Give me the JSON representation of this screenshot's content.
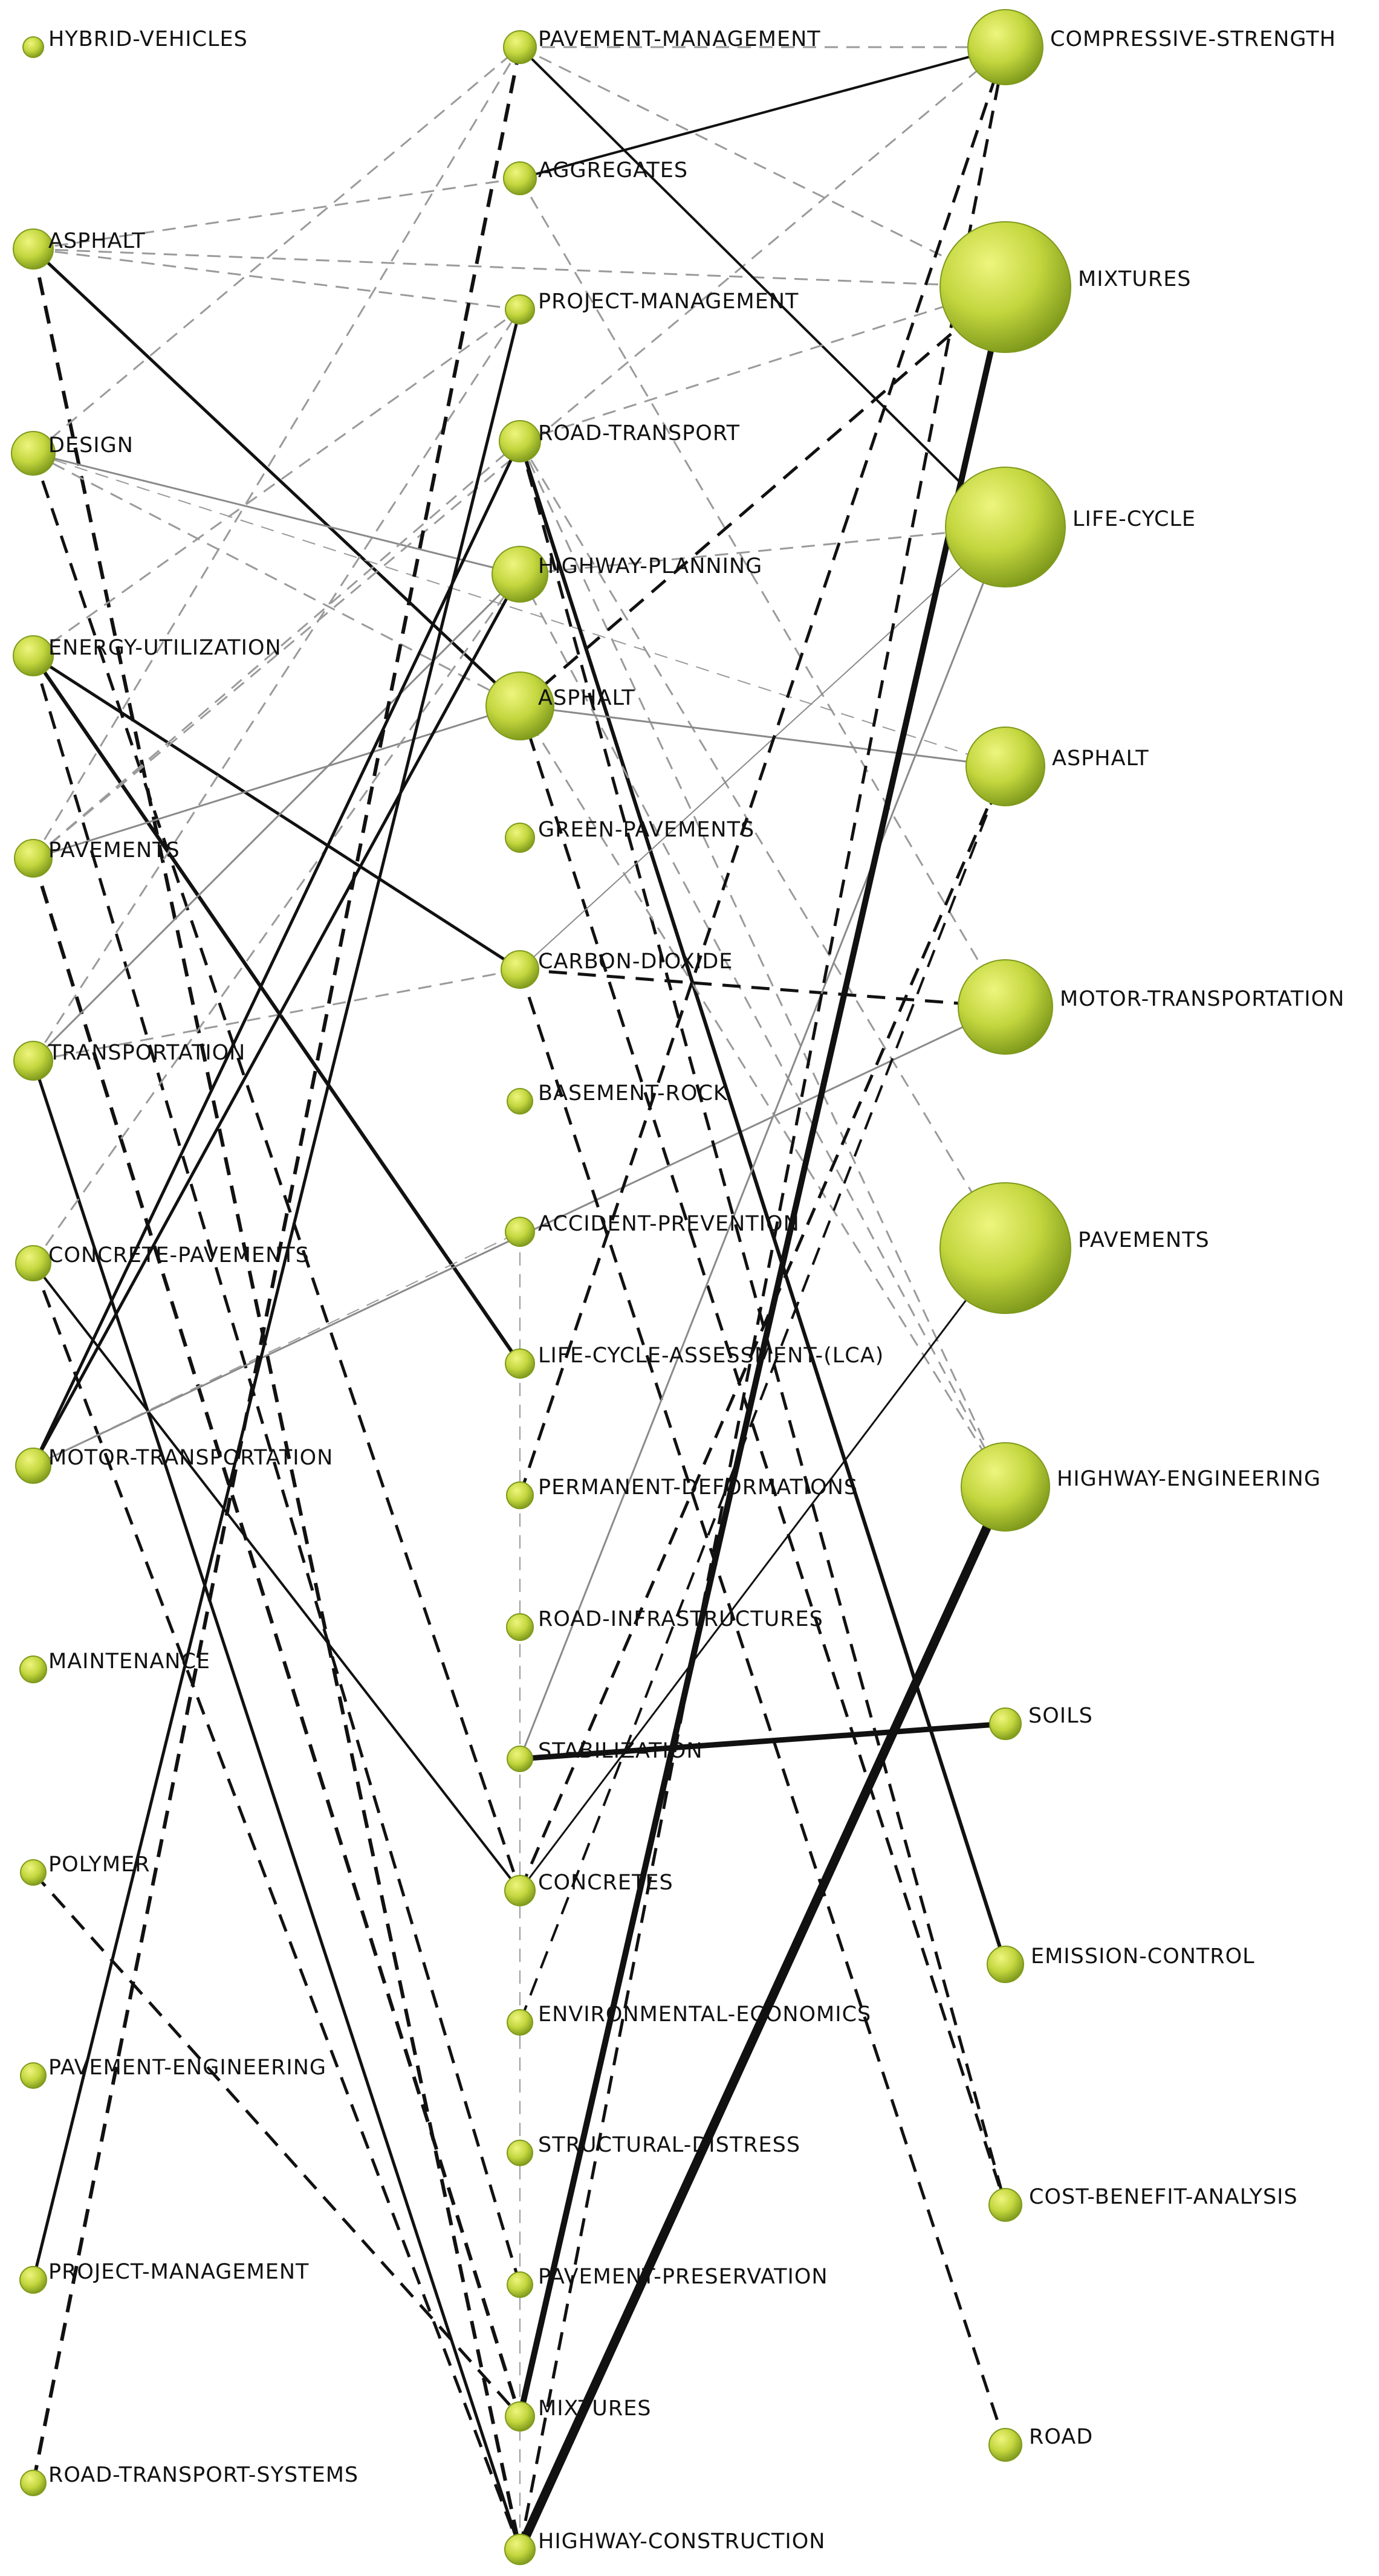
{
  "diagram": {
    "columns": [
      {
        "id": "left",
        "nodes": [
          {
            "id": "L0",
            "label": "HYBRID-VEHICLES"
          },
          {
            "id": "L1",
            "label": "ASPHALT"
          },
          {
            "id": "L2",
            "label": "DESIGN"
          },
          {
            "id": "L3",
            "label": "ENERGY-UTILIZATION"
          },
          {
            "id": "L4",
            "label": "PAVEMENTS"
          },
          {
            "id": "L5",
            "label": "TRANSPORTATION"
          },
          {
            "id": "L6",
            "label": "CONCRETE-PAVEMENTS"
          },
          {
            "id": "L7",
            "label": "MOTOR-TRANSPORTATION"
          },
          {
            "id": "L8",
            "label": "MAINTENANCE"
          },
          {
            "id": "L9",
            "label": "POLYMER"
          },
          {
            "id": "L10",
            "label": "PAVEMENT-ENGINEERING"
          },
          {
            "id": "L11",
            "label": "PROJECT-MANAGEMENT"
          },
          {
            "id": "L12",
            "label": "ROAD-TRANSPORT-SYSTEMS"
          }
        ]
      },
      {
        "id": "middle",
        "nodes": [
          {
            "id": "M0",
            "label": "PAVEMENT-MANAGEMENT"
          },
          {
            "id": "M1",
            "label": "AGGREGATES"
          },
          {
            "id": "M2",
            "label": "PROJECT-MANAGEMENT"
          },
          {
            "id": "M3",
            "label": "ROAD-TRANSPORT"
          },
          {
            "id": "M4",
            "label": "HIGHWAY-PLANNING"
          },
          {
            "id": "M5",
            "label": "ASPHALT"
          },
          {
            "id": "M6",
            "label": "GREEN-PAVEMENTS"
          },
          {
            "id": "M7",
            "label": "CARBON-DIOXIDE"
          },
          {
            "id": "M8",
            "label": "BASEMENT-ROCK"
          },
          {
            "id": "M9",
            "label": "ACCIDENT-PREVENTION"
          },
          {
            "id": "M10",
            "label": "LIFE-CYCLE-ASSESSMENT-(LCA)"
          },
          {
            "id": "M11",
            "label": "PERMANENT-DEFORMATIONS"
          },
          {
            "id": "M12",
            "label": "ROAD-INFRASTRUCTURES"
          },
          {
            "id": "M13",
            "label": "STABILIZATION"
          },
          {
            "id": "M14",
            "label": "CONCRETES"
          },
          {
            "id": "M15",
            "label": "ENVIRONMENTAL-ECONOMICS"
          },
          {
            "id": "M16",
            "label": "STRUCTURAL-DISTRESS"
          },
          {
            "id": "M17",
            "label": "PAVEMENT-PRESERVATION"
          },
          {
            "id": "M18",
            "label": "MIXTURES"
          },
          {
            "id": "M19",
            "label": "HIGHWAY-CONSTRUCTION"
          }
        ]
      },
      {
        "id": "right",
        "nodes": [
          {
            "id": "R0",
            "label": "COMPRESSIVE-STRENGTH"
          },
          {
            "id": "R1",
            "label": "MIXTURES"
          },
          {
            "id": "R2",
            "label": "LIFE-CYCLE"
          },
          {
            "id": "R3",
            "label": "ASPHALT"
          },
          {
            "id": "R4",
            "label": "MOTOR-TRANSPORTATION"
          },
          {
            "id": "R5",
            "label": "PAVEMENTS"
          },
          {
            "id": "R6",
            "label": "HIGHWAY-ENGINEERING"
          },
          {
            "id": "R7",
            "label": "SOILS"
          },
          {
            "id": "R8",
            "label": "EMISSION-CONTROL"
          },
          {
            "id": "R9",
            "label": "COST-BENEFIT-ANALYSIS"
          },
          {
            "id": "R10",
            "label": "ROAD"
          }
        ]
      }
    ],
    "colors": {
      "node_light": "#e6f07a",
      "node_mid": "#bcd03a",
      "node_dark": "#7f9a1c",
      "edge_dark": "#111111",
      "edge_light": "#8a8a8a"
    }
  }
}
